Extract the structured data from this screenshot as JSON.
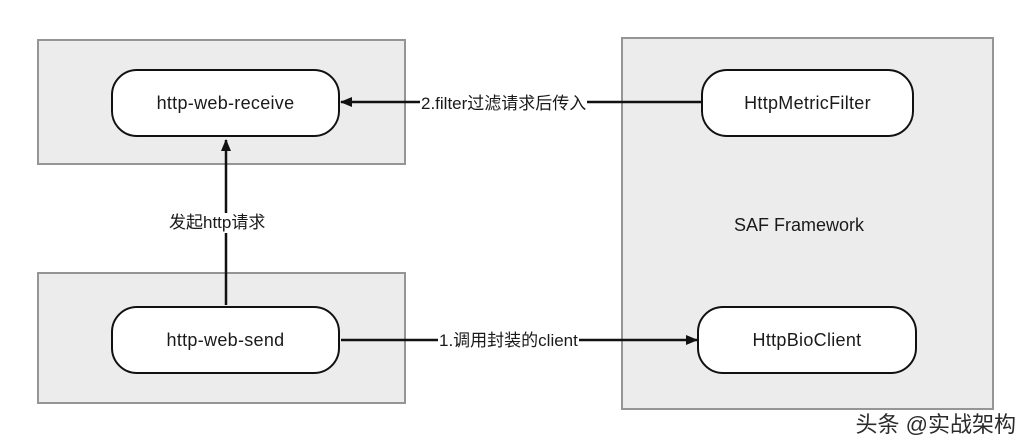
{
  "groups": {
    "receive_group": "",
    "send_group": "",
    "saf_framework": "SAF Framework"
  },
  "nodes": {
    "receive": "http-web-receive",
    "send": "http-web-send",
    "metric_filter": "HttpMetricFilter",
    "bio_client": "HttpBioClient"
  },
  "edges": {
    "send_to_receive": "发起http请求",
    "filter_to_receive": "2.filter过滤请求后传入",
    "send_to_client": "1.调用封装的client"
  },
  "watermark": "头条 @实战架构"
}
